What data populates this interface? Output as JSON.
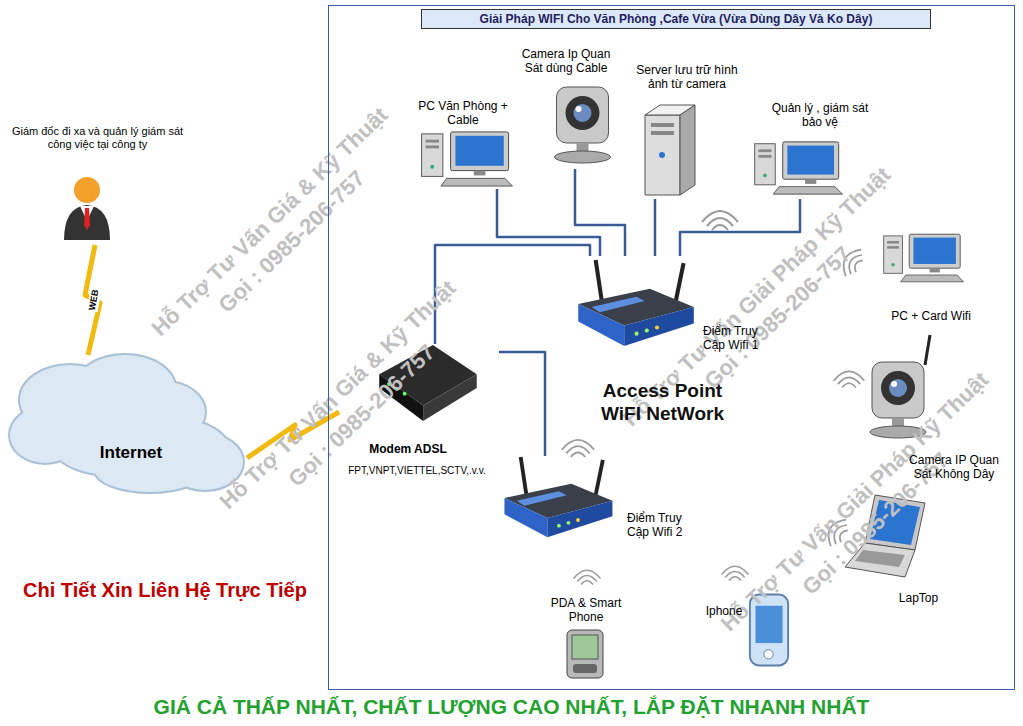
{
  "diagram": {
    "nodes": [
      {
        "text": [
          "Giải Pháp WIFI Cho Văn Phòng ,Cafe Vừa (Vừa Dùng Dây Và Ko Dây)"
        ]
      },
      {
        "text": [
          "Camera Ip Quan Sát dùng Cable"
        ],
        "in": 0
      },
      {
        "text": [
          "Server lưu trữ hình ảnh từ camera"
        ],
        "in": 0
      },
      {
        "text": [
          "PC Văn Phòng + Cable"
        ],
        "in": 0
      },
      {
        "text": [
          "Quản lý , giám sát bảo vệ"
        ],
        "in": 0
      },
      {
        "text": [
          "PC + Card Wifi"
        ],
        "in": 0
      },
      {
        "text": [
          "Điểm Truy Cập Wifi 1"
        ],
        "in": 0
      },
      {
        "text": [
          "Modem ADSL",
          "FPT,VNPT,VIETTEL,SCTV,.v.v."
        ],
        "in": 0
      },
      {
        "text": [
          "Camera IP Quan Sát Không Dây"
        ],
        "in": 0
      },
      {
        "text": [
          "Điểm Truy Cập Wifi 2"
        ],
        "in": 0
      },
      {
        "text": [
          "LapTop"
        ],
        "in": 0
      },
      {
        "text": [
          "PDA & Smart Phone"
        ],
        "in": 0
      },
      {
        "text": [
          "Iphone"
        ],
        "in": 0
      },
      {
        "text": [
          "Giám đốc đi xa và quản lý giám sát công việc tại công ty"
        ]
      },
      {
        "text": [
          "Internet"
        ]
      }
    ],
    "edges": [
      {
        "from": 3,
        "to": 6,
        "arrow": "none"
      },
      {
        "from": 1,
        "to": 6,
        "arrow": "none"
      },
      {
        "from": 2,
        "to": 6,
        "arrow": "none"
      },
      {
        "from": 4,
        "to": 6,
        "arrow": "none"
      },
      {
        "from": 7,
        "to": 6,
        "arrow": "none"
      },
      {
        "from": 7,
        "to": 9,
        "arrow": "none"
      },
      {
        "from": 14,
        "to": 7,
        "arrow": "none"
      },
      {
        "from": 13,
        "to": 14,
        "label": "WEB",
        "arrow": "none"
      }
    ],
    "labels": [
      "Hỗ Trợ Tư Vấn Giá & Kỹ Thuật",
      "Gọi : 0985-206-757",
      "Hỗ Trợ Tư Vấn Giá & Kỹ Thuật",
      "Gọi : 0985-206-757",
      "Hỗ Trợ Tư Vấn Giải Pháp Kỹ Thuật",
      "Gọi : 0985-206-757",
      "Hỗ Trợ Tư Vấn Giải Pháp Kỹ Thuật",
      "Gọi : 0985-206-757",
      "Access Point WiFI NetWork",
      "Chi Tiết Xin Liên Hệ Trực Tiếp",
      "GIÁ CẢ THẤP NHẤT, CHẤT LƯỢNG CAO NHẤT, LẮP ĐẶT NHANH NHẤT"
    ]
  }
}
